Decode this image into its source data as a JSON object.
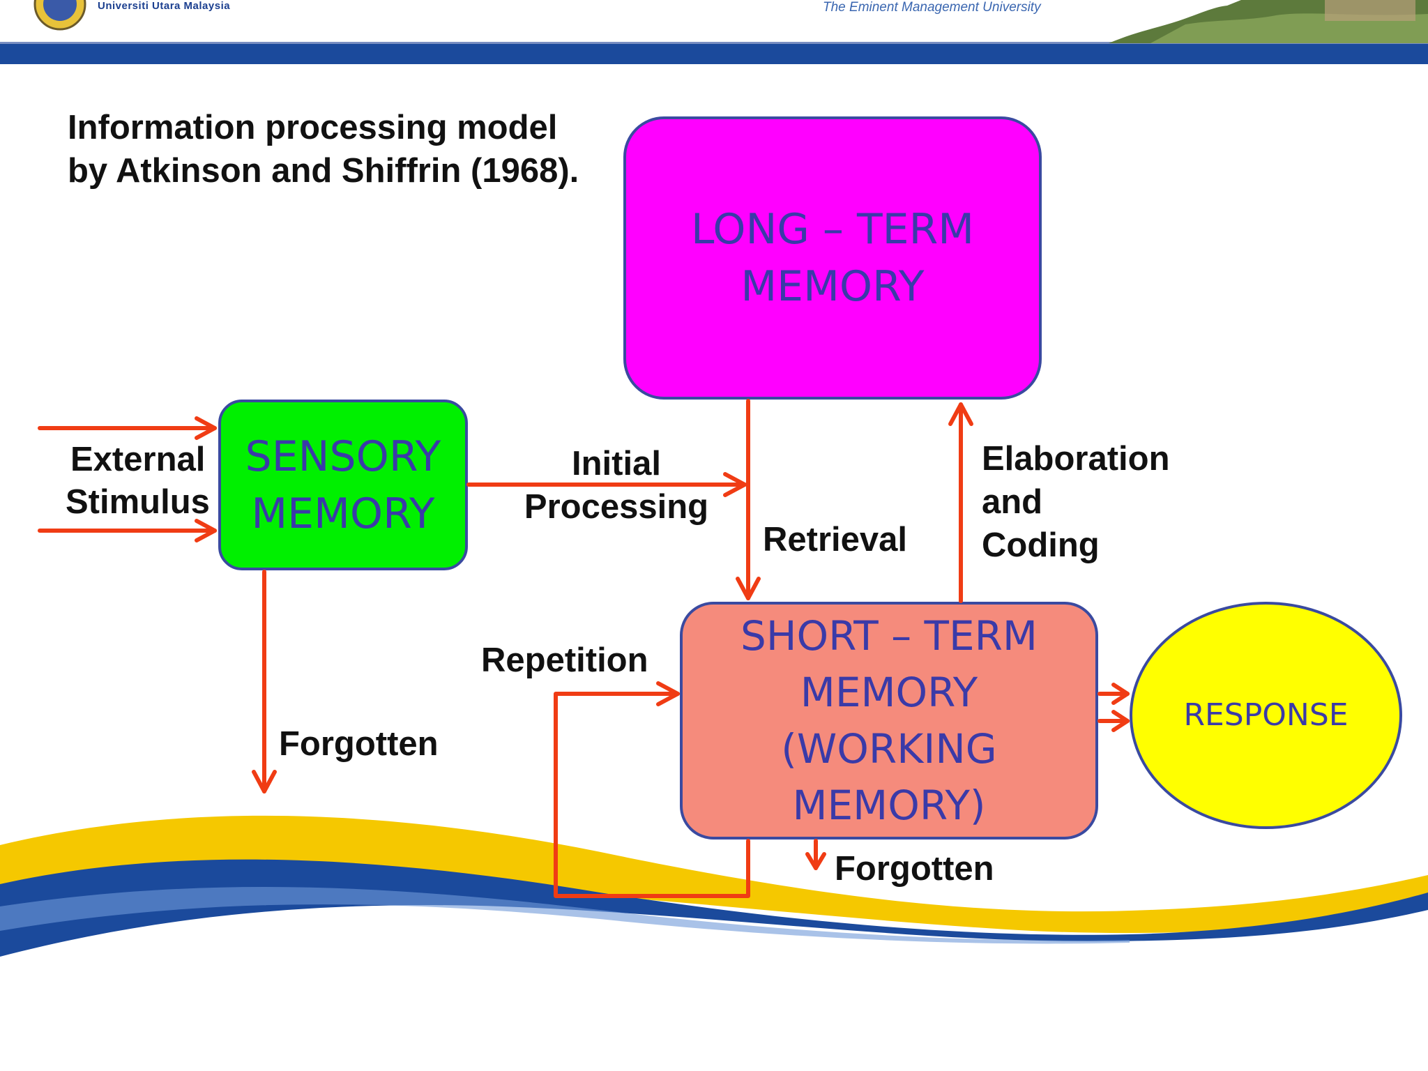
{
  "header": {
    "university_name": "Universiti Utara Malaysia",
    "tagline": "The Eminent Management University"
  },
  "title": {
    "line1": "Information processing model",
    "line2": "by Atkinson and Shiffrin (1968)."
  },
  "boxes": {
    "long_term": {
      "line1": "LONG – TERM",
      "line2": "MEMORY"
    },
    "sensory": {
      "line1": "SENSORY",
      "line2": "MEMORY"
    },
    "short_term": {
      "line1": "SHORT – TERM",
      "line2": "MEMORY",
      "line3": "(WORKING",
      "line4": "MEMORY)"
    },
    "response": {
      "label": "RESPONSE"
    }
  },
  "labels": {
    "external": "External",
    "stimulus": "Stimulus",
    "initial": "Initial",
    "processing": "Processing",
    "retrieval": "Retrieval",
    "elaboration": "Elaboration",
    "and": "and",
    "coding": "Coding",
    "repetition": "Repetition",
    "forgotten_sensory": "Forgotten",
    "forgotten_stm": "Forgotten"
  },
  "colors": {
    "arrow": "#f03c14",
    "long_term_fill": "#ff00ff",
    "sensory_fill": "#00f000",
    "short_term_fill": "#f58b7c",
    "response_fill": "#ffff00",
    "box_text": "#3a3aa8",
    "header_bar": "#1b4a9c",
    "wave_yellow": "#f5c800"
  }
}
